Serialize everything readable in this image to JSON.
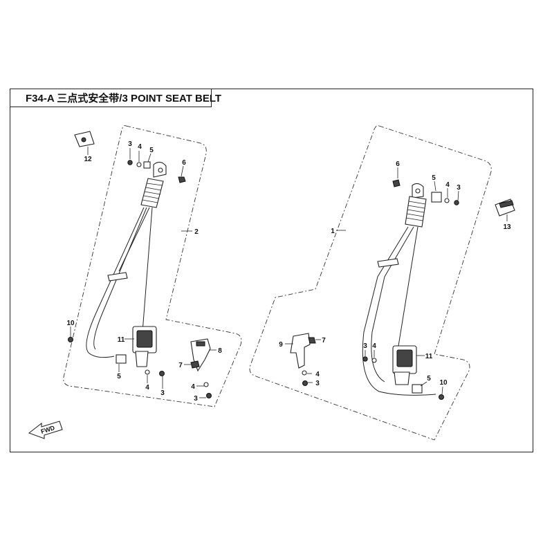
{
  "title": "F34-A 三点式安全带/3 POINT SEAT BELT",
  "fwd_label": "FWD",
  "left_assembly": {
    "assembly_number": "2",
    "callouts": [
      "12",
      "3",
      "4",
      "5",
      "6",
      "10",
      "11",
      "5",
      "4",
      "3",
      "8",
      "7",
      "4",
      "3"
    ]
  },
  "right_assembly": {
    "assembly_number": "1",
    "callouts": [
      "6",
      "5",
      "4",
      "3",
      "13",
      "9",
      "7",
      "4",
      "3",
      "3",
      "4",
      "11",
      "5",
      "10"
    ]
  }
}
